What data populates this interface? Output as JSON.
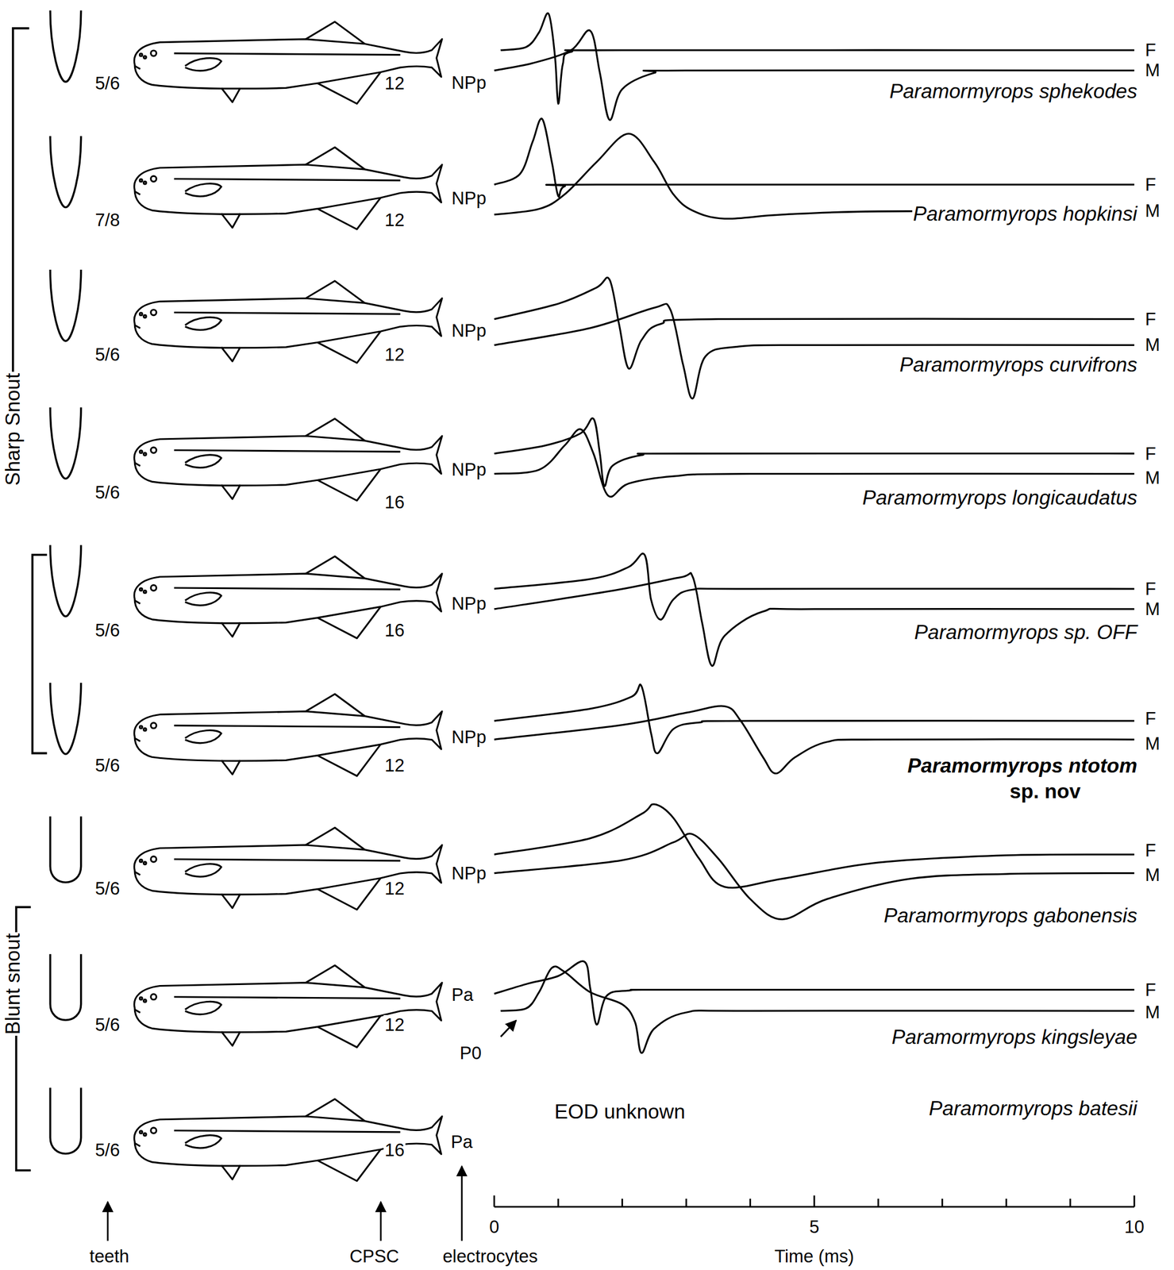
{
  "diagram": {
    "labels": [
      "Sharp Snout",
      "5/6",
      "12",
      "NPp",
      "F",
      "M",
      "Paramormyrops sphekodes",
      "7/8",
      "12",
      "NPp",
      "F",
      "M",
      "Paramormyrops hopkinsi",
      "5/6",
      "12",
      "NPp",
      "F",
      "M",
      "Paramormyrops curvifrons",
      "5/6",
      "16",
      "NPp",
      "F",
      "M",
      "Paramormyrops longicaudatus",
      "5/6",
      "16",
      "NPp",
      "F",
      "M",
      "Paramormyrops sp. OFF",
      "5/6",
      "12",
      "NPp",
      "F",
      "M",
      "Paramormyrops ntotom",
      "sp. nov",
      "Blunt snout",
      "5/6",
      "12",
      "NPp",
      "F",
      "M",
      "Paramormyrops gabonensis",
      "5/6",
      "12",
      "Pa",
      "P0",
      "F",
      "M",
      "Paramormyrops kingsleyae",
      "EOD unknown",
      "Paramormyrops batesii",
      "5/6",
      "16",
      "Pa",
      "0",
      "5",
      "10",
      "teeth",
      "CPSC",
      "electrocytes",
      "Time (ms)"
    ]
  }
}
